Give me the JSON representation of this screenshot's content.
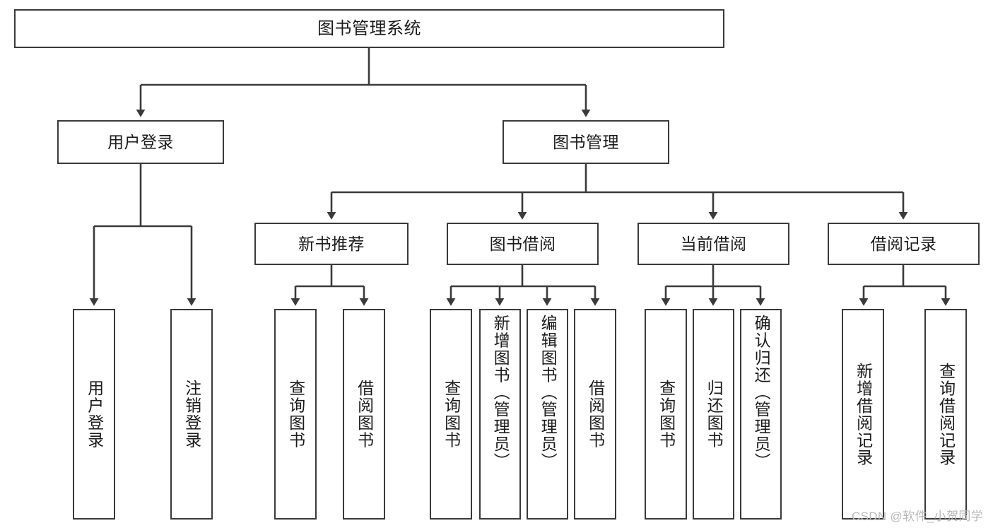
{
  "diagram": {
    "title": "图书管理系统",
    "type": "hierarchy-tree",
    "watermark": "CSDN @软件_小贺同学",
    "colors": {
      "background": "#ffffff",
      "border": "#3a3a3a",
      "text": "#1b1b1b",
      "connector": "#3a3a3a",
      "watermark": "#b9b9b9"
    },
    "nodes": {
      "root": {
        "label": "图书管理系统"
      },
      "tier2": [
        {
          "id": "user-login",
          "label": "用户登录"
        },
        {
          "id": "book-manage",
          "label": "图书管理"
        }
      ],
      "tier3": [
        {
          "id": "new-book-recommend",
          "label": "新书推荐"
        },
        {
          "id": "book-borrow",
          "label": "图书借阅"
        },
        {
          "id": "current-borrow",
          "label": "当前借阅"
        },
        {
          "id": "borrow-record",
          "label": "借阅记录"
        }
      ],
      "leaves": {
        "user-login": [
          {
            "id": "leaf-user-login",
            "label": "用户登录"
          },
          {
            "id": "leaf-user-logout",
            "label": "注销登录"
          }
        ],
        "new-book-recommend": [
          {
            "id": "leaf-query-book-1",
            "label": "查询图书"
          },
          {
            "id": "leaf-borrow-book-1",
            "label": "借阅图书"
          }
        ],
        "book-borrow": [
          {
            "id": "leaf-query-book-2",
            "label": "查询图书"
          },
          {
            "id": "leaf-add-book",
            "label": "新增图书（管理员）"
          },
          {
            "id": "leaf-edit-book",
            "label": "编辑图书（管理员）"
          },
          {
            "id": "leaf-borrow-book-2",
            "label": "借阅图书"
          }
        ],
        "current-borrow": [
          {
            "id": "leaf-query-book-3",
            "label": "查询图书"
          },
          {
            "id": "leaf-return-book",
            "label": "归还图书"
          },
          {
            "id": "leaf-confirm-return",
            "label": "确认归还（管理员）"
          }
        ],
        "borrow-record": [
          {
            "id": "leaf-add-record",
            "label": "新增借阅记录"
          },
          {
            "id": "leaf-query-record",
            "label": "查询借阅记录"
          }
        ]
      }
    }
  }
}
